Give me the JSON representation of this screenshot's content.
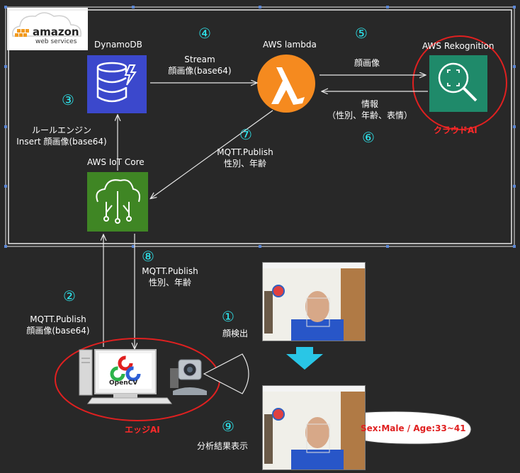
{
  "logo": {
    "brand": "amazon",
    "sub": "web services"
  },
  "services": {
    "dynamodb": "DynamoDB",
    "lambda": "AWS lambda",
    "rekognition": "AWS Rekognition",
    "iot_core": "AWS IoT Core"
  },
  "steps": {
    "s1": "①",
    "s2": "②",
    "s3": "③",
    "s4": "④",
    "s5": "⑤",
    "s6": "⑥",
    "s7": "⑦",
    "s8": "⑧",
    "s9": "⑨"
  },
  "labels": {
    "stream_line1": "Stream",
    "stream_line2": "顔画像(base64)",
    "face_image": "顔画像",
    "info_line1": "情報",
    "info_line2": "（性別、年齢、表情）",
    "cloud_ai": "クラウドAI",
    "rule_line1": "ルールエンジン",
    "rule_line2": "Insert 顔画像(base64)",
    "mqtt7_line1": "MQTT.Publish",
    "mqtt7_line2": "性別、年齢",
    "mqtt8_line1": "MQTT.Publish",
    "mqtt8_line2": "性別、年齢",
    "mqtt2_line1": "MQTT.Publish",
    "mqtt2_line2": "顔画像(base64)",
    "face_detect": "顔検出",
    "result_display": "分析結果表示",
    "edge_ai": "エッジAI",
    "opencv": "OpenCV",
    "bubble": "Sex:Male / Age:33~41"
  },
  "colors": {
    "background": "#282828",
    "accent_cyan": "#2ee6ee",
    "highlight_red": "#e02020",
    "dynamodb": "#3b48cc",
    "lambda": "#f58a1f",
    "rekognition": "#1f8a6a",
    "iot_core": "#3f8624"
  }
}
